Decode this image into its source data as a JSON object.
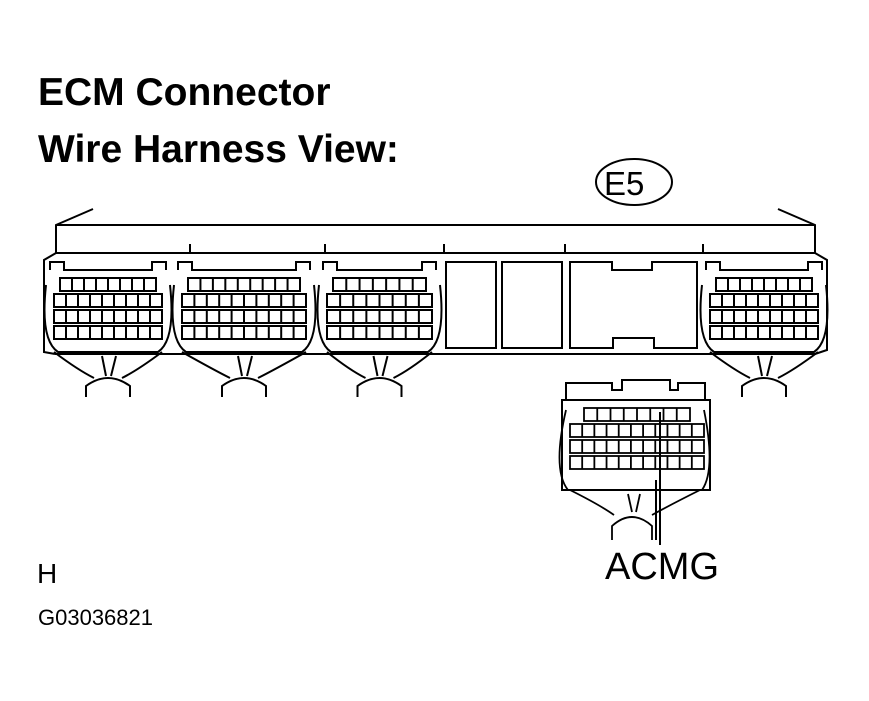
{
  "title_line1": "ECM Connector",
  "title_line2": "Wire Harness View:",
  "connector_code": "E5",
  "terminal_label": "ACMG",
  "corner_label": "H",
  "figure_code": "G03036821"
}
